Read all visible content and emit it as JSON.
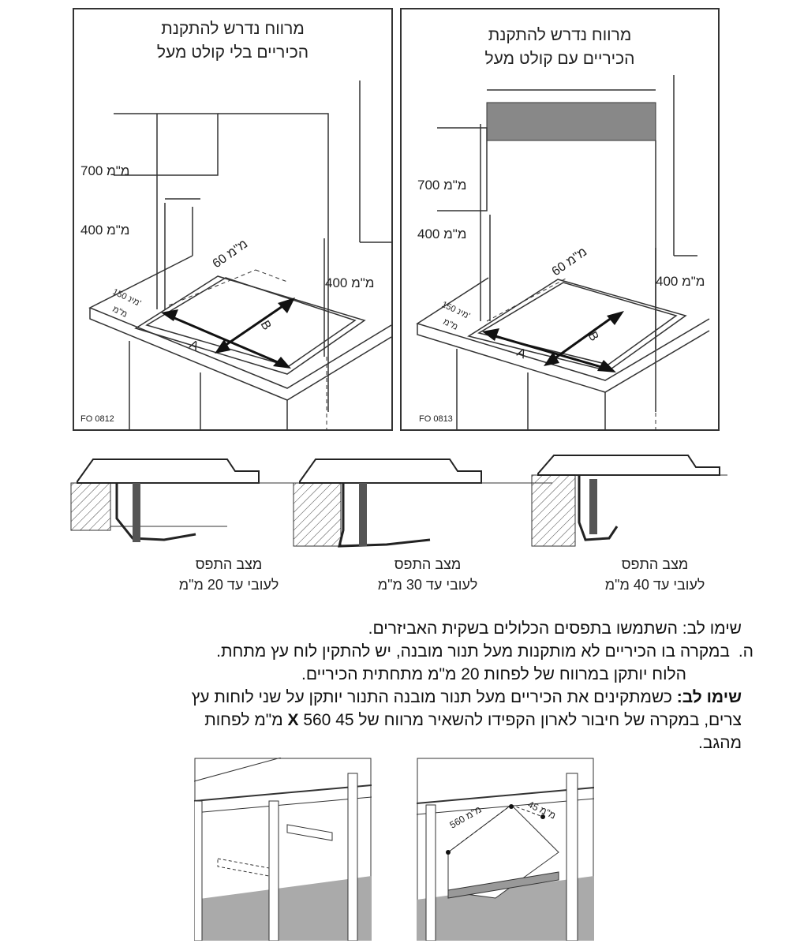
{
  "panels": [
    {
      "title_line1": "מרווח נדרש להתקנת",
      "title_line2": "הכיריים בלי קולט מעל",
      "dim_700": "700 מ\"מ",
      "dim_400_left": "400 מ\"מ",
      "dim_400_right": "400 מ\"מ",
      "dim_60": "60 מ\"מ",
      "dim_150": "150 מינ'",
      "dim_150_unit": "מ\"מ",
      "label_a": "A",
      "label_b": "B",
      "code": "FO 0812"
    },
    {
      "title_line1": "מרווח נדרש להתקנת",
      "title_line2": "הכיריים עם קולט מעל",
      "dim_700": "700 מ\"מ",
      "dim_400_left": "400 מ\"מ",
      "dim_400_right": "400 מ\"מ",
      "dim_60": "60 מ\"מ",
      "dim_150": "150 מינ'",
      "dim_150_unit": "מ\"מ",
      "label_a": "A",
      "label_b": "B",
      "code": "FO 0813"
    }
  ],
  "clamps": [
    {
      "line1": "מצב התפס",
      "line2": "לעובי עד 20 מ\"מ"
    },
    {
      "line1": "מצב התפס",
      "line2": "לעובי עד 30 מ\"מ"
    },
    {
      "line1": "מצב התפס",
      "line2": "לעובי עד 40 מ\"מ"
    }
  ],
  "text": {
    "note1": "שימו לב: השתמשו בתפסים הכלולים בשקית האביזרים.",
    "item_marker": "ה.",
    "item_line1": "במקרה בו הכיריים לא מותקנות מעל תנור מובנה, יש להתקין לוח עץ מתחת.",
    "item_line2": "הלוח יותקן במרווח של לפחות 20 מ\"מ מתחתית הכיריים.",
    "note2_label": "שימו לב:",
    "note2_line1": " כשמתקינים את הכיריים מעל תנור מובנה התנור יותקן על שני לוחות עץ",
    "note2_line2_a": "צרים, במקרה של חיבור לארון הקפידו להשאיר מרווח של 45 ",
    "note2_line2_x": "X",
    "note2_line2_b": " 560 מ\"מ לפחות",
    "note2_line3": "מהגב."
  },
  "bottom_figs": {
    "dim_560": "560 מ\"מ",
    "dim_45": "45 מ\"מ"
  }
}
